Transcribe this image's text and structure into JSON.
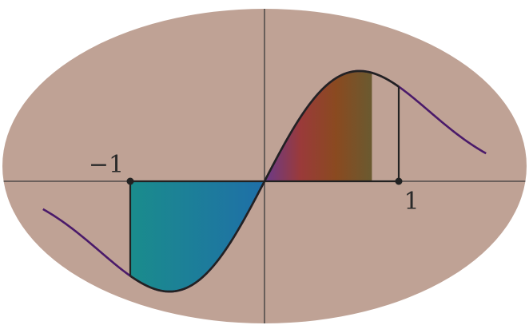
{
  "figure": {
    "background_color": "#bfa295",
    "axis_color": "#3a3a3a",
    "curve_color": "#4a1a6a",
    "outline_color": "#222222",
    "negative_fill_colors": [
      "#1a8c8c",
      "#1f6fa8"
    ],
    "positive_fill_colors": [
      "#6a3a8a",
      "#9a3a3a",
      "#8a4a20",
      "#6a5a30"
    ],
    "function": "x * exp(-x^2)",
    "x_range": [
      -1.65,
      1.65
    ],
    "shaded_negative_interval": [
      -1,
      0
    ],
    "shaded_positive_interval": [
      0,
      0.8
    ],
    "marked_points": [
      -1,
      1
    ],
    "labels": {
      "minus_one": "−1",
      "one": "1"
    }
  }
}
